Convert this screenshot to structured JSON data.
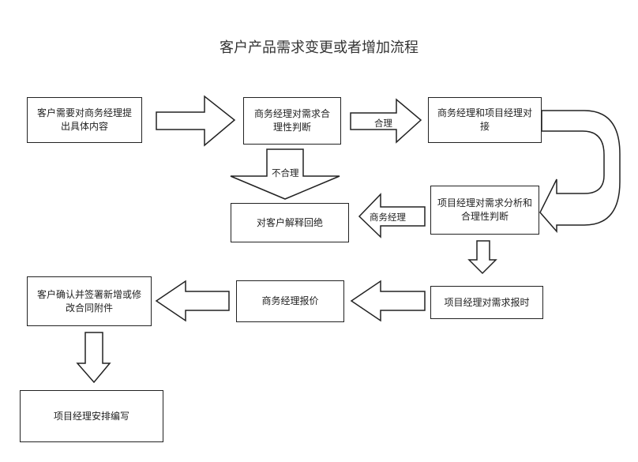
{
  "title": "客户产品需求变更或者增加流程",
  "nodes": {
    "n1": "客户需要对商务经理提出具体内容",
    "n2": "商务经理对需求合理性判断",
    "n3": "商务经理和项目经理对接",
    "n4": "对客户解释回绝",
    "n5": "项目经理对需求分析和合理性判断",
    "n6": "项目经理对需求报时",
    "n7": "商务经理报价",
    "n8": "客户确认并签署新增或修改合同附件",
    "n9": "项目经理安排编写"
  },
  "edges": {
    "reasonable": "合理",
    "unreasonable": "不合理",
    "business_manager": "商务经理"
  }
}
